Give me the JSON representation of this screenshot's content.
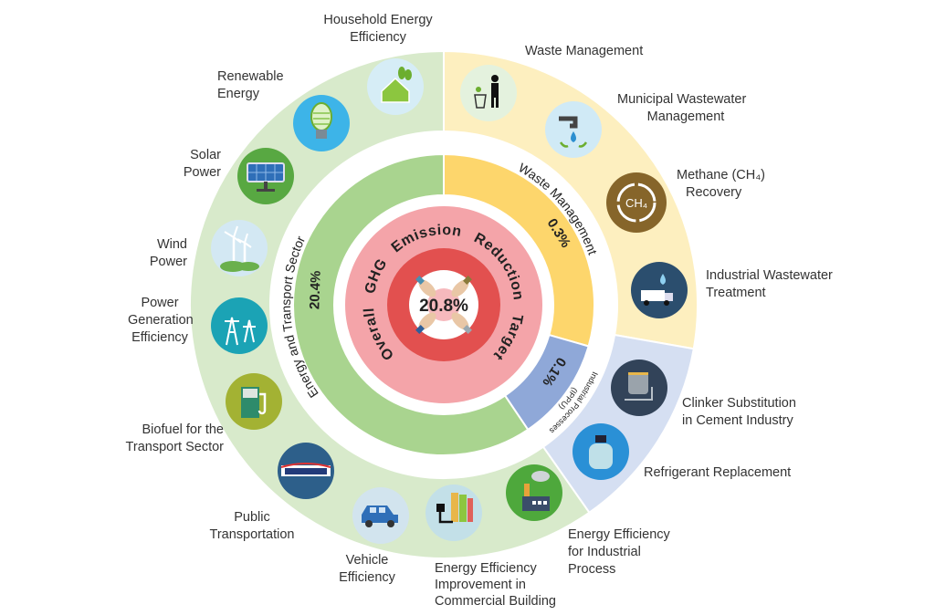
{
  "center": {
    "title": "Overall GHG Emission Reduction Target",
    "value": "20.8%"
  },
  "sectors": {
    "energy": {
      "label": "Energy and Transport Sector",
      "value": "20.4%"
    },
    "waste": {
      "label": "Waste Management",
      "value": "0.3%"
    },
    "ippu": {
      "label_line1": "Industrial Processes",
      "label_line2": "(IPPU)",
      "value": "0.1%"
    }
  },
  "items": {
    "household": [
      "Household Energy",
      "Efficiency"
    ],
    "renewable": [
      "Renewable",
      "Energy"
    ],
    "solar": [
      "Solar",
      "Power"
    ],
    "wind": [
      "Wind",
      "Power"
    ],
    "power_gen": [
      "Power",
      "Generation",
      "Efficiency"
    ],
    "biofuel": [
      "Biofuel for the",
      "Transport Sector"
    ],
    "public_transport": [
      "Public",
      "Transportation"
    ],
    "vehicle": [
      "Vehicle",
      "Efficiency"
    ],
    "ee_commercial": [
      "Energy Efficiency",
      "Improvement in",
      "Commercial Building"
    ],
    "ee_industrial": [
      "Energy Efficiency",
      "for Industrial",
      "Process"
    ],
    "waste_mgmt": [
      "Waste Management"
    ],
    "municipal_ww": [
      "Municipal Wastewater",
      "Management"
    ],
    "methane": [
      "Methane (CH₄)",
      "Recovery"
    ],
    "industrial_ww": [
      "Industrial Wastewater",
      "Treatment"
    ],
    "clinker": [
      "Clinker Substitution",
      "in Cement Industry"
    ],
    "refrigerant": [
      "Refrigerant Replacement"
    ]
  },
  "icon_text": {
    "methane": "CH₄"
  },
  "colors": {
    "outer_green": "#d8eacb",
    "outer_yellow": "#fdefbf",
    "outer_blue": "#d5dff2",
    "mid_green": "#a9d48f",
    "mid_yellow": "#fdd66c",
    "mid_blue": "#8fa8d8",
    "pink": "#f4a4a9",
    "red": "#e2504f"
  }
}
